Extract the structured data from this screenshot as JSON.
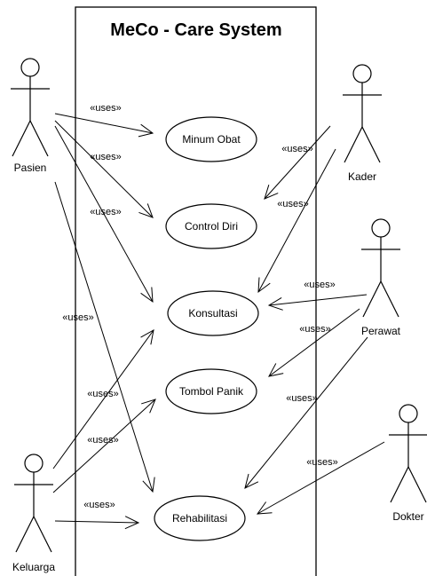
{
  "system": {
    "title": "MeCo - Care System"
  },
  "actors": [
    {
      "id": "pasien",
      "name": "Pasien"
    },
    {
      "id": "kader",
      "name": "Kader"
    },
    {
      "id": "perawat",
      "name": "Perawat"
    },
    {
      "id": "keluarga",
      "name": "Keluarga"
    },
    {
      "id": "dokter",
      "name": "Dokter"
    }
  ],
  "use_cases": [
    {
      "id": "minum_obat",
      "name": "Minum Obat"
    },
    {
      "id": "control_diri",
      "name": "Control Diri"
    },
    {
      "id": "konsultasi",
      "name": "Konsultasi"
    },
    {
      "id": "tombol_panik",
      "name": "Tombol Panik"
    },
    {
      "id": "rehabilitasi",
      "name": "Rehabilitasi"
    }
  ],
  "relationships": [
    {
      "from": "pasien",
      "to": "minum_obat",
      "label": "«uses»"
    },
    {
      "from": "pasien",
      "to": "control_diri",
      "label": "«uses»"
    },
    {
      "from": "pasien",
      "to": "konsultasi",
      "label": "«uses»"
    },
    {
      "from": "pasien",
      "to": "rehabilitasi",
      "label": "«uses»"
    },
    {
      "from": "kader",
      "to": "control_diri",
      "label": "«uses»"
    },
    {
      "from": "kader",
      "to": "konsultasi",
      "label": "«uses»"
    },
    {
      "from": "perawat",
      "to": "konsultasi",
      "label": "«uses»"
    },
    {
      "from": "perawat",
      "to": "tombol_panik",
      "label": "«uses»"
    },
    {
      "from": "perawat",
      "to": "rehabilitasi",
      "label": "«uses»"
    },
    {
      "from": "keluarga",
      "to": "konsultasi",
      "label": "«uses»"
    },
    {
      "from": "keluarga",
      "to": "tombol_panik",
      "label": "«uses»"
    },
    {
      "from": "keluarga",
      "to": "rehabilitasi",
      "label": "«uses»"
    },
    {
      "from": "dokter",
      "to": "rehabilitasi",
      "label": "«uses»"
    }
  ]
}
